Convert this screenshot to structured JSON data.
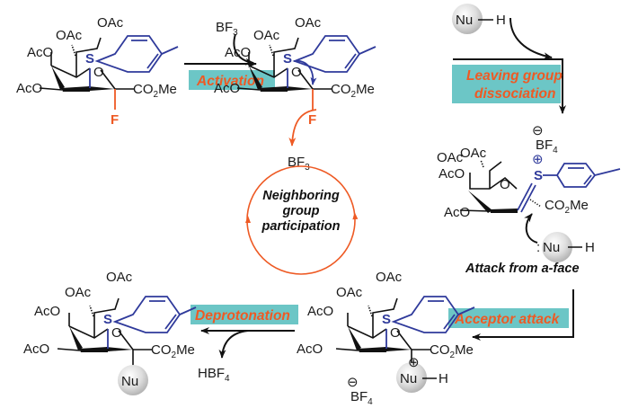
{
  "figure": {
    "title": "Neighboring group participation glycosylation mechanism",
    "colors": {
      "accent_text": "#ee5a24",
      "step_box": "#6cc6c6",
      "sulfur_aryl": "#2f3a9b",
      "bond": "#111111",
      "nucleophile_ball": "#d9d9d9"
    }
  },
  "substituents": {
    "oac": "OAc",
    "aco": "AcO",
    "ester_prefix": "CO",
    "ester_sub": "2",
    "ester_suffix": "Me",
    "sulfur": "S",
    "fluorine": "F",
    "ring_oxygen": "O",
    "nucleophile": "Nu",
    "hydrogen": "H",
    "plus": "+",
    "minus": "−"
  },
  "reagents": {
    "bf3_main": "BF",
    "bf3_sub": "3",
    "bf4_main": "BF",
    "bf4_sub": "4",
    "hbf4_main": "HBF",
    "hbf4_sub": "4",
    "nu_h_reagent": "Nu—H",
    "lone_pair": ":"
  },
  "steps": {
    "activation": "Activation",
    "leaving_line1": "Leaving group",
    "leaving_line2": "dissociation",
    "acceptor": "Acceptor attack",
    "deprotonation": "Deprotonation"
  },
  "cycle": {
    "line1": "Neighboring",
    "line2": "group",
    "line3": "participation"
  },
  "captions": {
    "attack": "Attack from a-face"
  }
}
